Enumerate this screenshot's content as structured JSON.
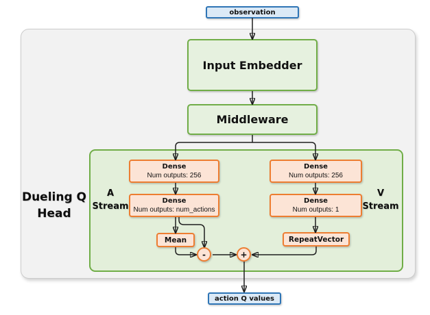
{
  "diagram_title": "Dueling Q Head network diagram",
  "colors": {
    "blue_border": "#2E75B6",
    "blue_fill": "#DBE9F6",
    "green_border": "#70AD47",
    "green_fill": "#E6F1DF",
    "panel_green": "#E3EFDA",
    "orange_border": "#ED7D31",
    "orange_fill": "#FCE4D6",
    "gray_fill": "#F2F2F2",
    "gray_border": "#CCCCCC",
    "arrow": "#1E1E1E"
  },
  "nodes": {
    "observation": {
      "label": "observation"
    },
    "input_embedder": {
      "label": "Input Embedder"
    },
    "middleware": {
      "label": "Middleware"
    },
    "dense_a1": {
      "title": "Dense",
      "subtitle": "Num outputs: 256"
    },
    "dense_a2": {
      "title": "Dense",
      "subtitle": "Num outputs: num_actions"
    },
    "dense_v1": {
      "title": "Dense",
      "subtitle": "Num outputs: 256"
    },
    "dense_v2": {
      "title": "Dense",
      "subtitle": "Num outputs: 1"
    },
    "mean": {
      "label": "Mean"
    },
    "repeat_vector": {
      "label": "RepeatVector"
    },
    "subtract_op": {
      "label": "-"
    },
    "add_op": {
      "label": "+"
    },
    "action_q_values": {
      "label": "action Q values"
    }
  },
  "labels": {
    "dueling_q_head": {
      "line1": "Dueling Q",
      "line2": "Head"
    },
    "a_stream": {
      "line1": "A",
      "line2": "Stream"
    },
    "v_stream": {
      "line1": "V",
      "line2": "Stream"
    }
  }
}
